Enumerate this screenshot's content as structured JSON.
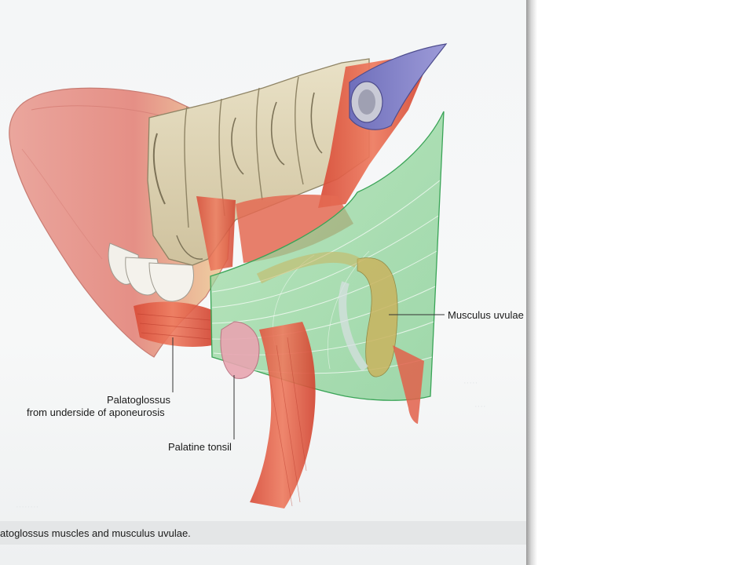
{
  "figure": {
    "labels": {
      "musculus_uvulae": "Musculus uvulae",
      "palatoglossus_line1": "Palatoglossus",
      "palatoglossus_line2": "from underside of aponeurosis",
      "palatine_tonsil": "Palatine tonsil"
    },
    "caption": "atoglossus muscles and musculus uvulae."
  },
  "colors": {
    "page_background": "#f5f7f7",
    "tongue": "#e89a92",
    "muscle": "#e2604a",
    "bone": "#ddd3b4",
    "aponeurosis_green": "#8fd39a",
    "tube_blue": "#7f7fc4",
    "leader_line": "#333333"
  }
}
